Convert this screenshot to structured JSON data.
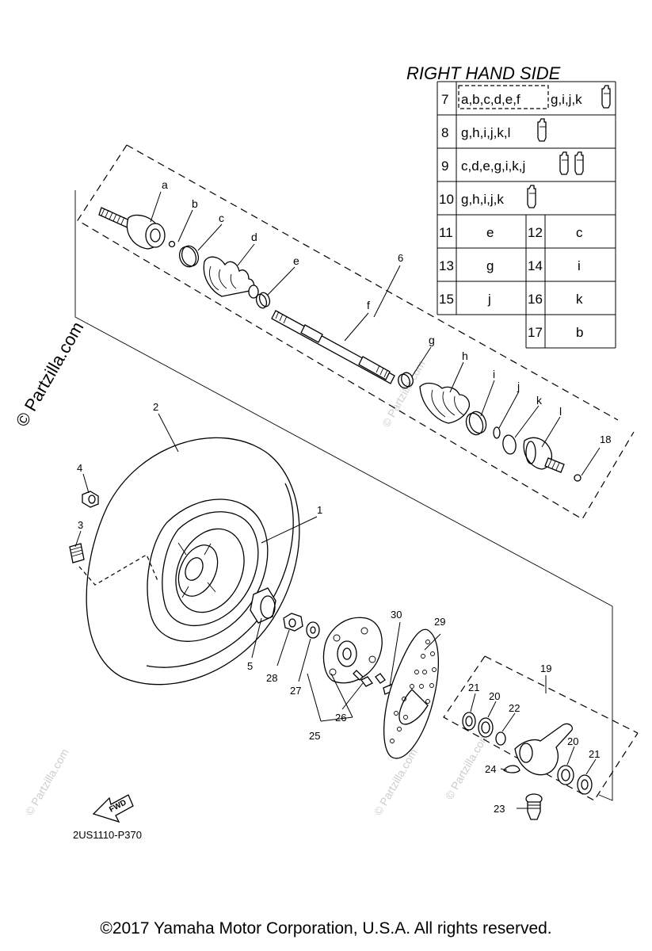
{
  "table": {
    "title": "RIGHT HAND SIDE",
    "rows": [
      {
        "no": "7",
        "dashed_group": "a,b,c,d,e,f",
        "rest": "g,i,j,k",
        "tubes": 1
      },
      {
        "no": "8",
        "dashed_group": "",
        "rest": "g,h,i,j,k,l",
        "tubes": 1
      },
      {
        "no": "9",
        "dashed_group": "",
        "rest": "c,d,e,g,i,k,j",
        "tubes": 2
      },
      {
        "no": "10",
        "dashed_group": "",
        "rest": "g,h,i,j,k",
        "tubes": 1
      }
    ],
    "pairs": [
      {
        "no": "11",
        "val": "e"
      },
      {
        "no": "12",
        "val": "c"
      },
      {
        "no": "13",
        "val": "g"
      },
      {
        "no": "14",
        "val": "i"
      },
      {
        "no": "15",
        "val": "j"
      },
      {
        "no": "16",
        "val": "k"
      },
      {
        "no": "17",
        "val": "b"
      }
    ]
  },
  "part_labels": [
    "1",
    "2",
    "3",
    "4",
    "5",
    "6",
    "18",
    "19",
    "20",
    "20",
    "21",
    "21",
    "22",
    "23",
    "24",
    "25",
    "26",
    "27",
    "28",
    "29",
    "30"
  ],
  "sub_labels": [
    "a",
    "b",
    "c",
    "d",
    "e",
    "f",
    "g",
    "h",
    "i",
    "j",
    "k",
    "l"
  ],
  "fwd_label": "FWD",
  "diagram_code": "2US1110-P370",
  "watermark": "© Partzilla.com",
  "copyright": "©2017  Yamaha Motor Corporation, U.S.A. All rights reserved."
}
